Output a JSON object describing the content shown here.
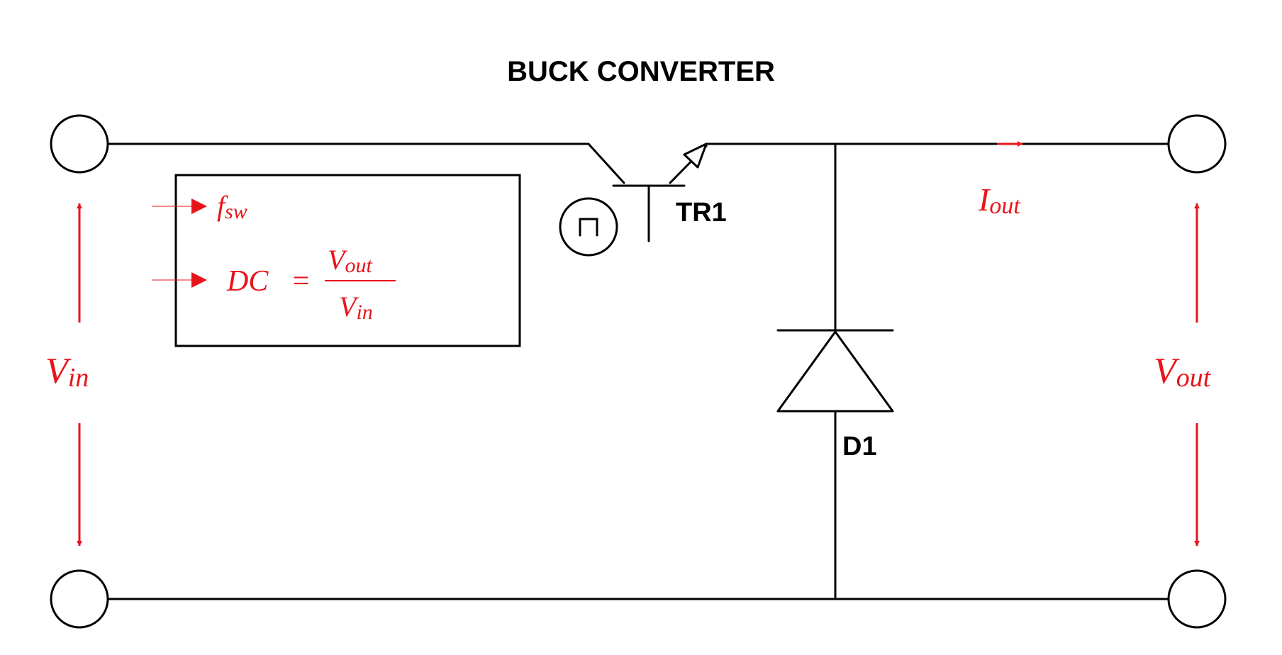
{
  "title": "BUCK CONVERTER",
  "components": {
    "transistor": {
      "label": "TR1"
    },
    "diode": {
      "label": "D1"
    }
  },
  "annotations": {
    "vin": {
      "main": "V",
      "sub": "in"
    },
    "vout": {
      "main": "V",
      "sub": "out"
    },
    "iout": {
      "main": "I",
      "sub": "out"
    },
    "fsw": {
      "main": "f",
      "sub": "sw"
    },
    "duty_cycle": {
      "lhs": "DC",
      "equals": "=",
      "numerator": {
        "main": "V",
        "sub": "out"
      },
      "denominator": {
        "main": "V",
        "sub": "in"
      }
    }
  },
  "colors": {
    "wire": "#000000",
    "annotation": "#e8141b",
    "background": "#ffffff"
  }
}
